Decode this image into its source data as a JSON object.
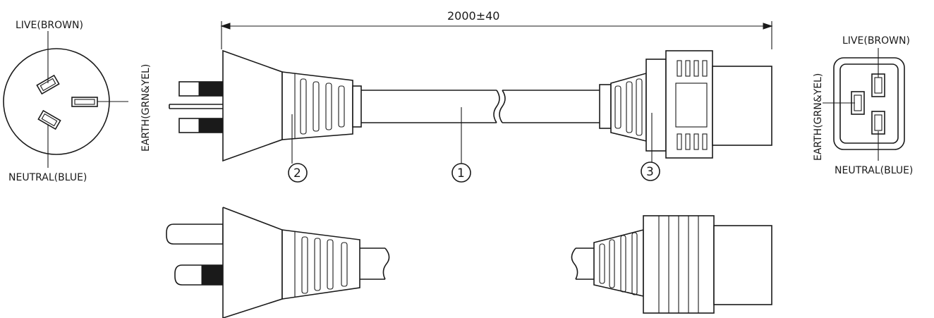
{
  "dimension": {
    "length": "2000±40"
  },
  "plug_face": {
    "live": "LIVE(BROWN)",
    "earth": "EARTH(GRN&YEL)",
    "neutral": "NEUTRAL(BLUE)"
  },
  "connector_face": {
    "live": "LIVE(BROWN)",
    "earth": "EARTH(GRN&YEL)",
    "neutral": "NEUTRAL(BLUE)"
  },
  "part_numbers": {
    "cable": "1",
    "plug": "2",
    "connector": "3"
  },
  "colors": {
    "line": "#1a1a1a",
    "background": "#ffffff"
  }
}
